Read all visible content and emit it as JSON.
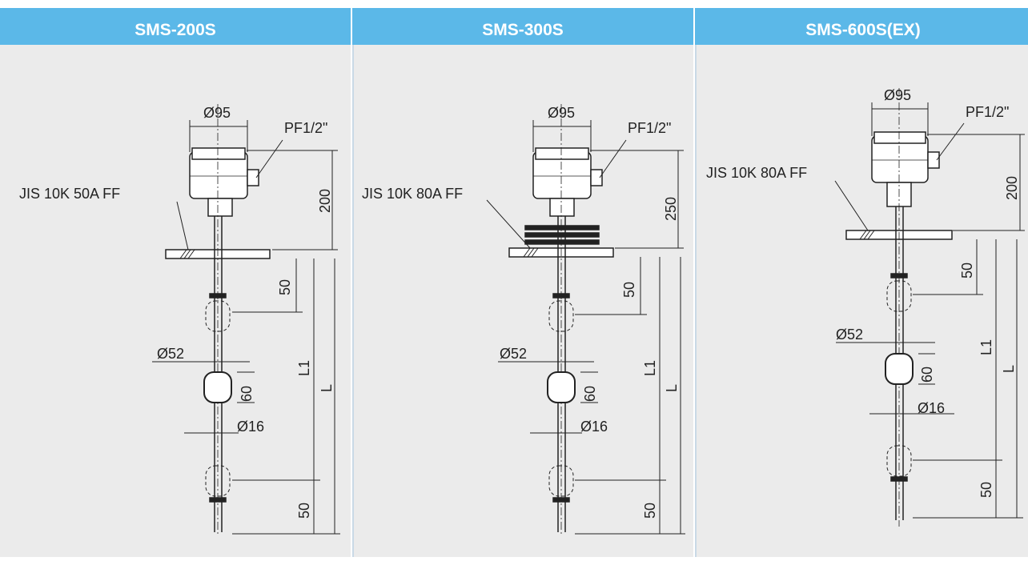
{
  "columns": [
    {
      "title": "SMS-200S",
      "labels": {
        "head_dia": "Ø95",
        "conduit": "PF1/2\"",
        "flange": "JIS 10K 50A FF",
        "head_h": "200",
        "top_float": "50",
        "float_dia": "Ø52",
        "float_h": "60",
        "rod_dia": "Ø16",
        "l1": "L1",
        "l": "L",
        "bottom": "50"
      }
    },
    {
      "title": "SMS-300S",
      "labels": {
        "head_dia": "Ø95",
        "conduit": "PF1/2\"",
        "flange": "JIS 10K 80A FF",
        "head_h": "250",
        "top_float": "50",
        "float_dia": "Ø52",
        "float_h": "60",
        "rod_dia": "Ø16",
        "l1": "L1",
        "l": "L",
        "bottom": "50"
      }
    },
    {
      "title": "SMS-600S(EX)",
      "labels": {
        "head_dia": "Ø95",
        "conduit": "PF1/2\"",
        "flange": "JIS 10K 80A FF",
        "head_h": "200",
        "top_float": "50",
        "float_dia": "Ø52",
        "float_h": "60",
        "rod_dia": "Ø16",
        "l1": "L1",
        "l": "L",
        "bottom": "50"
      }
    }
  ]
}
